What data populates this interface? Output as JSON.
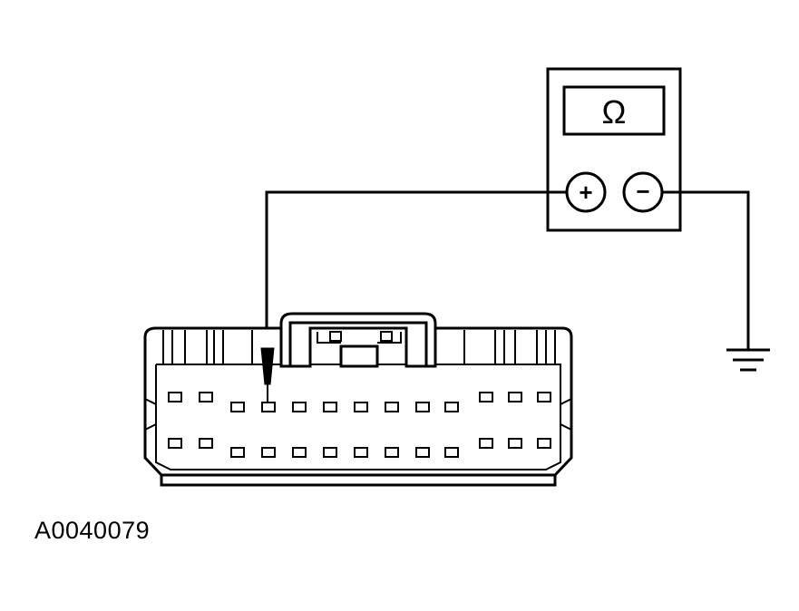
{
  "figure_id": "A0040079",
  "meter": {
    "display_symbol": "Ω",
    "positive_terminal": "+",
    "negative_terminal": "−"
  },
  "connector": {
    "rows": 2,
    "pins_per_row": 13,
    "probed_pin": {
      "row": 1,
      "index": 3
    }
  }
}
